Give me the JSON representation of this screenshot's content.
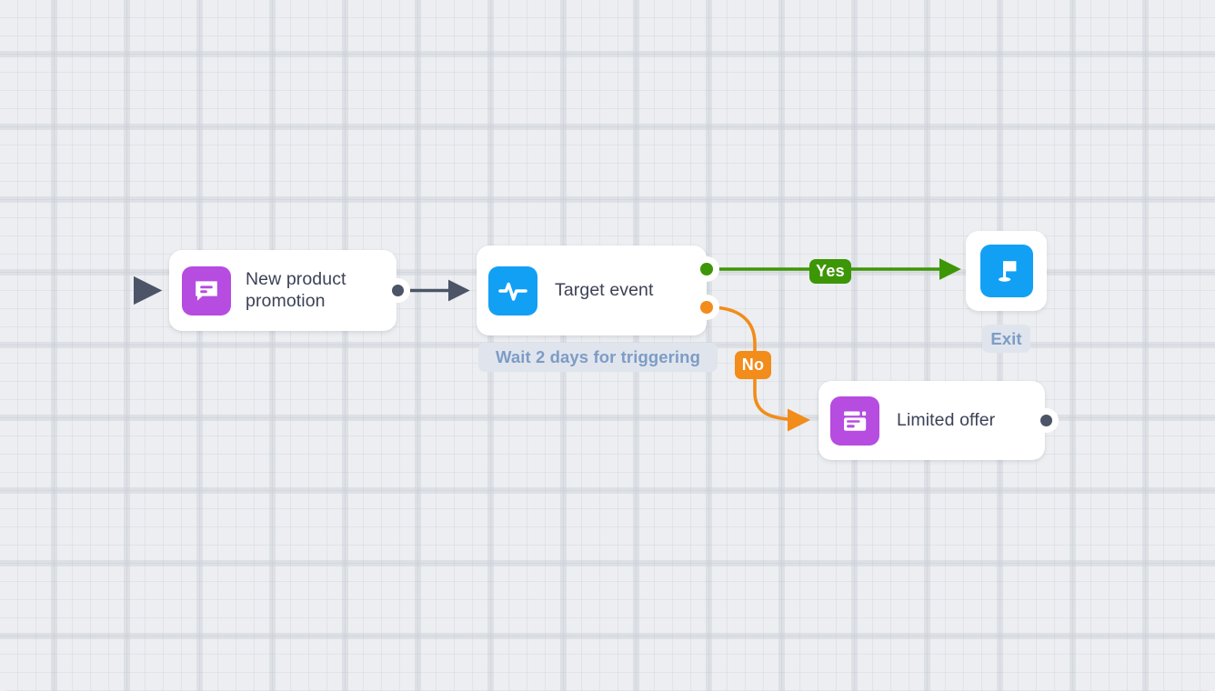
{
  "canvas": {
    "background_color": "#eceef1",
    "grid": "dotted-grid"
  },
  "nodes": [
    {
      "id": "new-product-promotion",
      "label": "New product promotion",
      "icon": "chat-message-icon",
      "icon_color": "#b64ce0"
    },
    {
      "id": "target-event",
      "label": "Target event",
      "icon": "pulse-activity-icon",
      "icon_color": "#12a0f5"
    },
    {
      "id": "limited-offer",
      "label": "Limited offer",
      "icon": "popup-window-icon",
      "icon_color": "#b64ce0"
    },
    {
      "id": "exit",
      "label": "Exit",
      "icon": "flag-icon",
      "icon_color": "#12a0f5"
    }
  ],
  "labels": {
    "wait_condition": "Wait 2 days for triggering",
    "exit_label": "Exit"
  },
  "branches": [
    {
      "id": "yes",
      "label": "Yes",
      "color": "#3d9606"
    },
    {
      "id": "no",
      "label": "No",
      "color": "#f28c1a"
    }
  ],
  "edges": {
    "entry_style": "dashed-fade-in",
    "promo_to_target_style": "solid-arrow",
    "yes_style": "solid-green-arrow",
    "no_style": "curved-orange-arrow",
    "exit_trail_style": "dashed-fade-out"
  },
  "colors": {
    "node_text": "#3c4257",
    "pill_bg": "#e0e5ed",
    "pill_text": "#7d9cc6",
    "connector_dark": "#4c5467",
    "green": "#3d9606",
    "orange": "#f28c1a",
    "purple": "#b64ce0",
    "blue": "#12a0f5"
  }
}
